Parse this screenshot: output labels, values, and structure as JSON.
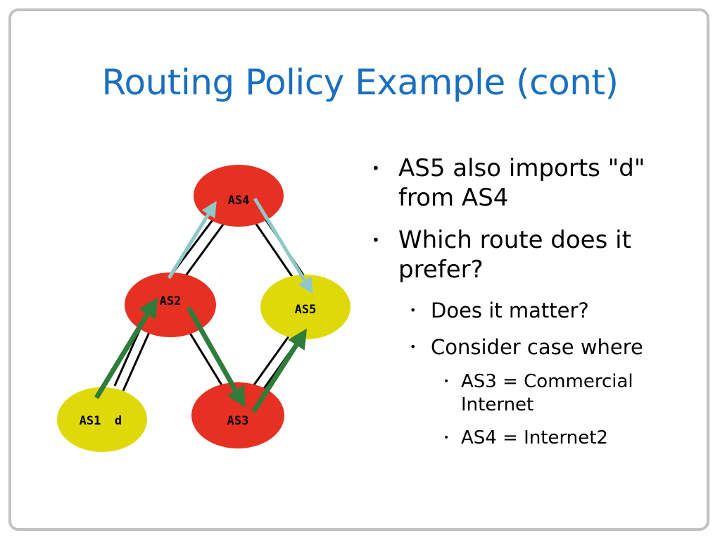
{
  "slide": {
    "title": "Routing Policy Example (cont)"
  },
  "diagram": {
    "nodes": {
      "as4": {
        "label": "AS4",
        "color": "#e63022"
      },
      "as2": {
        "label": "AS2",
        "color": "#e63022"
      },
      "as5": {
        "label": "AS5",
        "color": "#e0d90a"
      },
      "as1": {
        "label": "AS1",
        "sublabel": "d",
        "color": "#e0d90a"
      },
      "as3": {
        "label": "AS3",
        "color": "#e63022"
      }
    },
    "colors": {
      "link": "#000000",
      "import_arrow": "#8ec8c8",
      "advert_arrow": "#2e7d3a"
    }
  },
  "bullets": [
    {
      "level": 1,
      "text": "AS5 also imports \"d\" from AS4"
    },
    {
      "level": 1,
      "text": "Which route does it prefer?"
    },
    {
      "level": 2,
      "text": "Does it matter?"
    },
    {
      "level": 2,
      "text": "Consider case where"
    },
    {
      "level": 3,
      "text": "AS3 = Commercial Internet"
    },
    {
      "level": 3,
      "text": "AS4 = Internet2"
    }
  ]
}
